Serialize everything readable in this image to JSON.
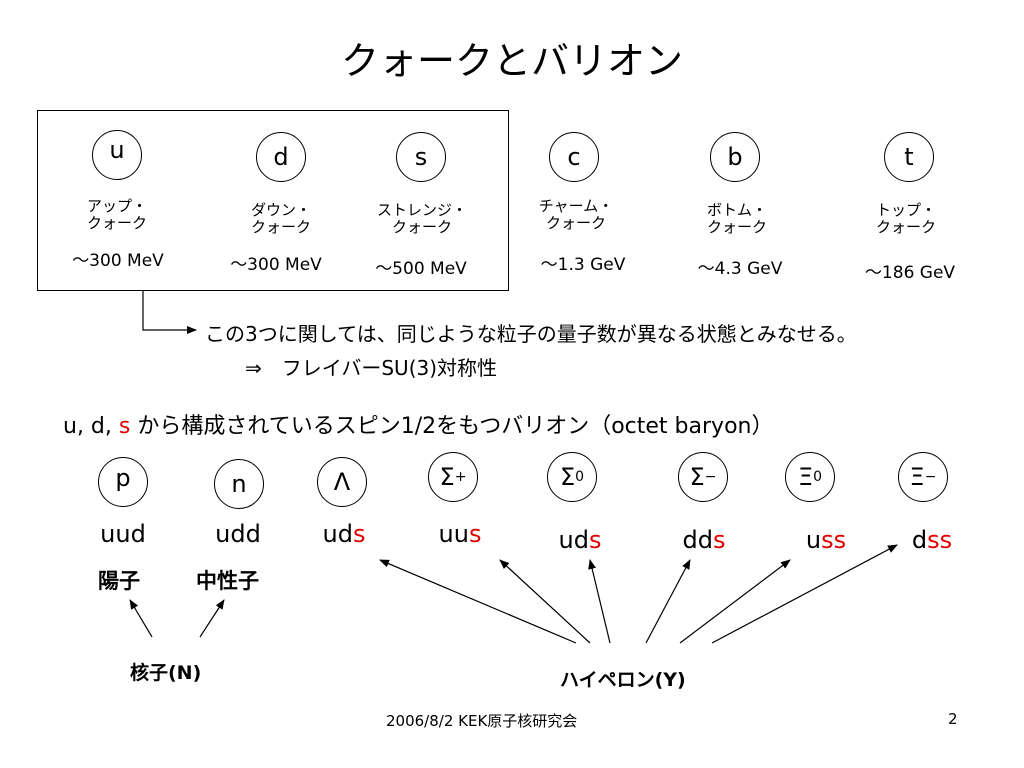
{
  "title": "クォークとバリオン",
  "quarks": [
    {
      "symbol": "u",
      "name_line1": "アップ・",
      "name_line2": "クォーク",
      "mass": "～300 MeV"
    },
    {
      "symbol": "d",
      "name_line1": "ダウン・",
      "name_line2": "クォーク",
      "mass": "～300 MeV"
    },
    {
      "symbol": "s",
      "name_line1": "ストレンジ・",
      "name_line2": "クォーク",
      "mass": "～500 MeV"
    },
    {
      "symbol": "c",
      "name_line1": "チャーム・",
      "name_line2": "クォーク",
      "mass": "～1.3 GeV"
    },
    {
      "symbol": "b",
      "name_line1": "ボトム・",
      "name_line2": "クォーク",
      "mass": "～4.3 GeV"
    },
    {
      "symbol": "t",
      "name_line1": "トップ・",
      "name_line2": "クォーク",
      "mass": "～186 GeV"
    }
  ],
  "note_line1": "この3つに関しては、同じような粒子の量子数が異なる状態とみなせる。",
  "note_line2": "⇒　フレイバーSU(3)対称性",
  "octet_heading": {
    "prefix": "u, d, ",
    "red": "s",
    "suffix": " から構成されているスピン1/2をもつバリオン（octet baryon）"
  },
  "baryons": [
    {
      "symbol": "p",
      "sup": "",
      "q_black": "uud",
      "q_red": ""
    },
    {
      "symbol": "n",
      "sup": "",
      "q_black": "udd",
      "q_red": ""
    },
    {
      "symbol": "Λ",
      "sup": "",
      "q_black": "ud",
      "q_red": "s"
    },
    {
      "symbol": "Σ",
      "sup": "+",
      "q_black": "uu",
      "q_red": "s"
    },
    {
      "symbol": "Σ",
      "sup": "0",
      "q_black": "ud",
      "q_red": "s"
    },
    {
      "symbol": "Σ",
      "sup": "−",
      "q_black": "dd",
      "q_red": "s"
    },
    {
      "symbol": "Ξ",
      "sup": "0",
      "q_black": "u",
      "q_red": "ss"
    },
    {
      "symbol": "Ξ",
      "sup": "−",
      "q_black": "d",
      "q_red": "ss"
    }
  ],
  "proton_label": "陽子",
  "neutron_label": "中性子",
  "nucleon_label": "核子(N)",
  "hyperon_label": "ハイペロン(Y)",
  "footer": {
    "date_event": "2006/8/2  KEK原子核研究会",
    "page": "2"
  }
}
